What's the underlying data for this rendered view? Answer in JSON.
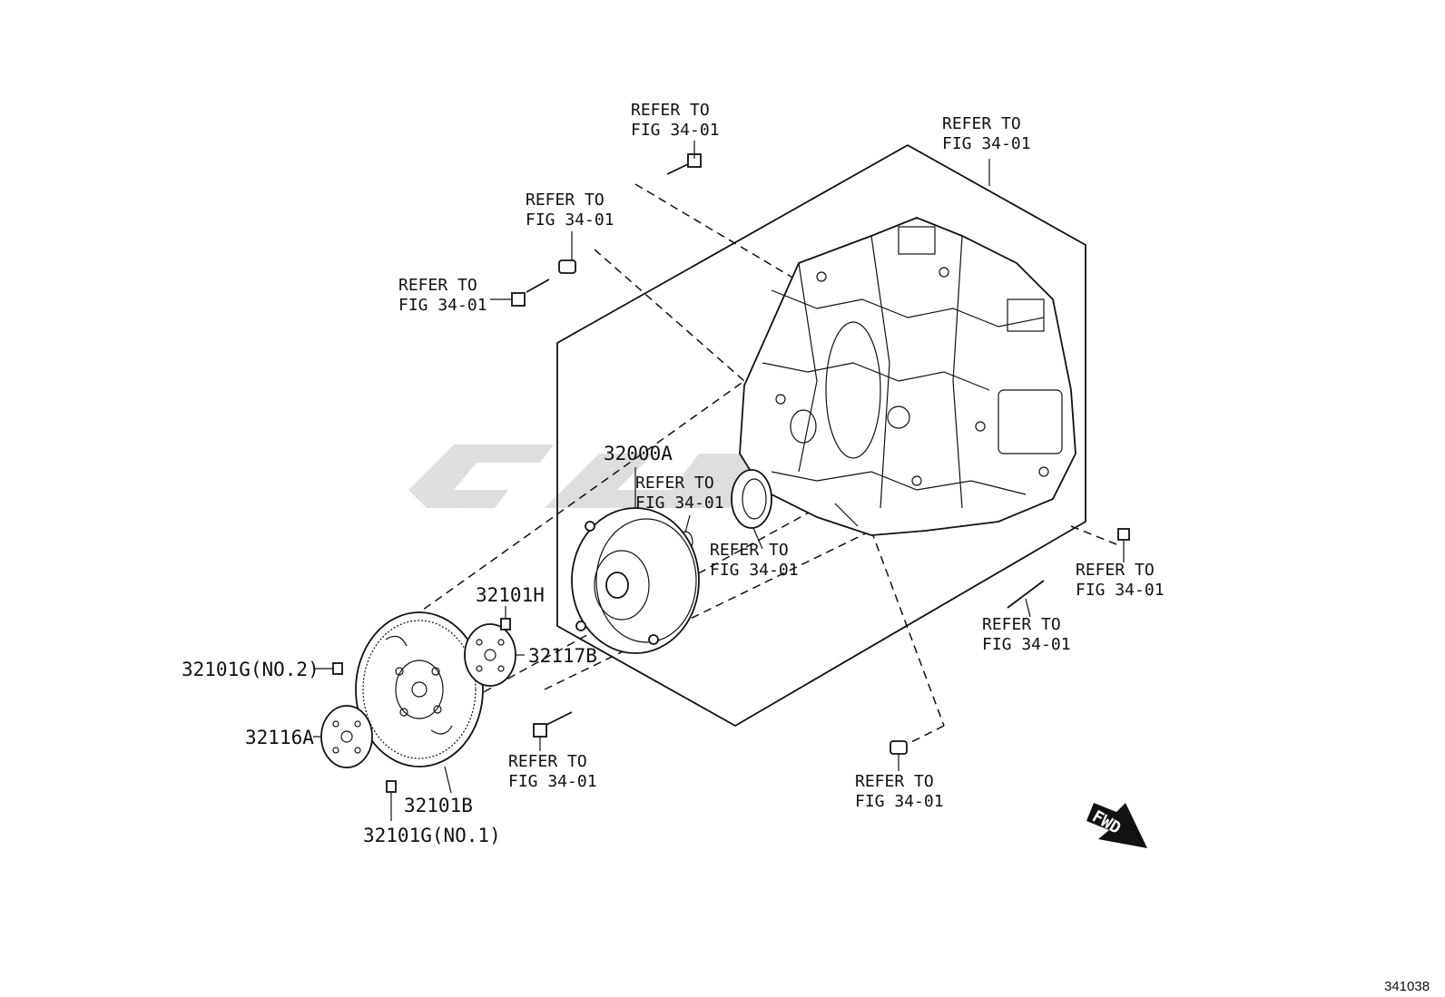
{
  "watermark_color": "#d9d9d9",
  "refer_line1": "REFER TO",
  "refer_line2": "FIG 34-01",
  "parts": {
    "p32000A": "32000A",
    "p32101H": "32101H",
    "p32117B": "32117B",
    "p32101G_no2": "32101G(NO.2)",
    "p32116A": "32116A",
    "p32101B": "32101B",
    "p32101G_no1": "32101G(NO.1)"
  },
  "fwd_label": "FWD",
  "figure_number": "341038"
}
